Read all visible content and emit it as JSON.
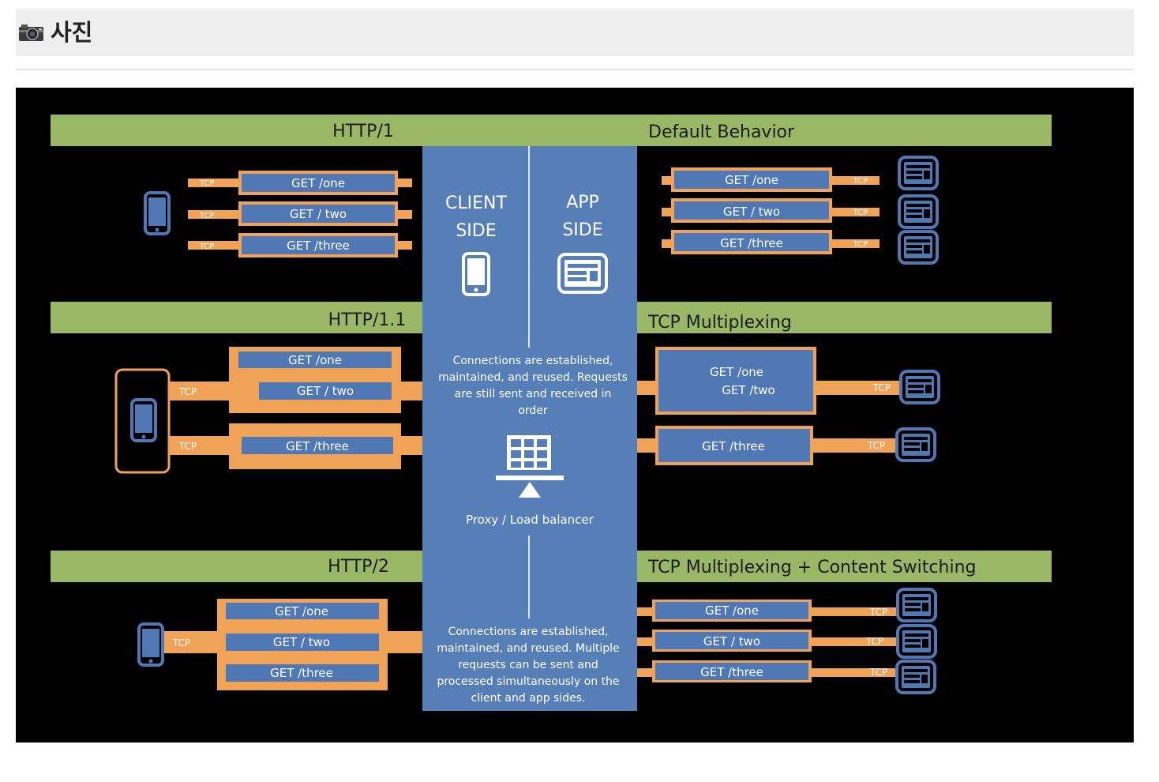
{
  "section": {
    "icon": "camera-icon",
    "title": "사진"
  },
  "diagram": {
    "colors": {
      "background": "#000000",
      "band": "#99b765",
      "panel": "#567fb8",
      "orange": "#f0a257",
      "request_box": "#4f78b5"
    },
    "sections": {
      "http1": "HTTP/1",
      "http11": "HTTP/1.1",
      "http2": "HTTP/2",
      "default_behavior": "Default Behavior",
      "tcp_multiplexing": "TCP Multiplexing",
      "tcp_multiplexing_cs": "TCP Multiplexing + Content Switching"
    },
    "center": {
      "client_side": [
        "CLIENT",
        "SIDE"
      ],
      "app_side": [
        "APP",
        "SIDE"
      ],
      "note_1": [
        "Connections are  established,",
        "maintained, and reused. Requests",
        "are still sent and received  in",
        "order"
      ],
      "proxy_label": "Proxy / Load balancer",
      "note_2": [
        "Connections are  established,",
        "maintained, and reused. Multiple",
        "requests can be sent and",
        "processed simultaneously on the",
        "client and app sides."
      ]
    },
    "tcp_label": "TCP",
    "requests": {
      "one": "GET /one",
      "two": "GET / two",
      "three": "GET /three",
      "two_alt": "GET /two"
    }
  }
}
